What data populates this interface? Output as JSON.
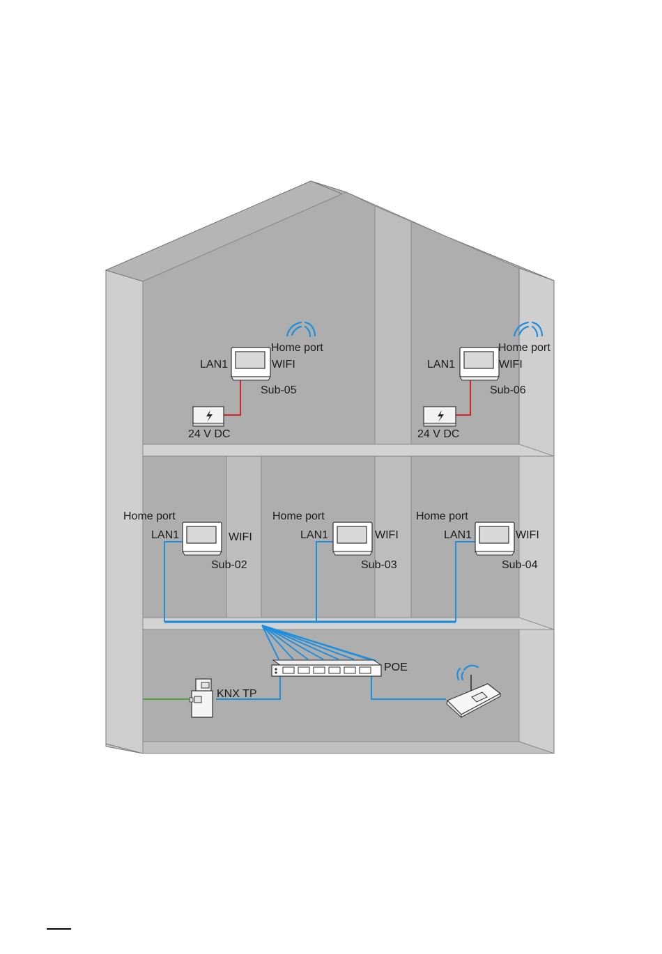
{
  "colors": {
    "lan": "#1f8fdc",
    "power": "#d3242c",
    "knx": "#4aa33b",
    "wall": "#b5b5b5"
  },
  "labels": {
    "home_port": "Home port",
    "lan1": "LAN1",
    "wifi": "WIFI",
    "power_supply": "24 V DC",
    "poe": "POE",
    "knx_tp": "KNX TP"
  },
  "devices": {
    "sub05": "Sub-05",
    "sub06": "Sub-06",
    "sub02": "Sub-02",
    "sub03": "Sub-03",
    "sub04": "Sub-04"
  },
  "icons": {
    "wifi": "wifi-signal-icon",
    "power": "lightning-icon",
    "router": "wifi-router-icon",
    "switch": "poe-switch-icon",
    "knx": "knx-interface-icon"
  }
}
